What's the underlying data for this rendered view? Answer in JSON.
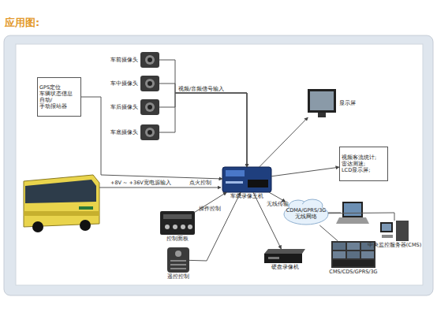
{
  "diagram": {
    "title": "应用图:",
    "nodes": [
      {
        "text": [
          "GPS定位 车辆状态信息 自动/手动报站器"
        ]
      },
      {
        "text": [
          "车前摄像头"
        ]
      },
      {
        "text": [
          "车中摄像头"
        ]
      },
      {
        "text": [
          "车后摄像头"
        ]
      },
      {
        "text": [
          "车底摄像头"
        ]
      },
      {
        "text": [
          "车载录像主机"
        ]
      },
      {
        "text": [
          "显示屏"
        ]
      },
      {
        "text": [
          "视频客流统计; 雷达测速; LCD显示屏;"
        ]
      },
      {
        "text": [
          "CDMA/GPRS/3G 无线网络"
        ]
      },
      {
        "text": [
          "硬盘录像机"
        ]
      },
      {
        "text": [
          "CMS/CDS/GPRS/3G"
        ]
      },
      {
        "text": [
          "中央监控服务器(CMS)"
        ]
      },
      {
        "text": [
          "控制面板"
        ]
      },
      {
        "text": [
          "遥控控制"
        ]
      }
    ],
    "edges": [
      {
        "from": 1,
        "to": 5,
        "arrow": "to",
        "label": "视频/音频信号输入"
      },
      {
        "from": 2,
        "to": 5,
        "arrow": "to"
      },
      {
        "from": 3,
        "to": 5,
        "arrow": "to"
      },
      {
        "from": 4,
        "to": 5,
        "arrow": "to"
      },
      {
        "from": 0,
        "to": 5,
        "arrow": "to"
      },
      {
        "from": 5,
        "to": 6,
        "arrow": "to"
      },
      {
        "from": 5,
        "to": 7,
        "arrow": "to"
      },
      {
        "from": 5,
        "to": 8,
        "arrow": "to",
        "label": "无线传输"
      },
      {
        "from": 5,
        "to": 9,
        "arrow": "to"
      },
      {
        "from": 12,
        "to": 5,
        "arrow": "to",
        "label": "操作控制"
      },
      {
        "from": 13,
        "to": 5,
        "arrow": "to"
      },
      {
        "from": 8,
        "to": 10,
        "arrow": "none"
      },
      {
        "from": 8,
        "to": 11,
        "arrow": "none"
      }
    ],
    "labels": [
      "+8V ~ +36V宽电源输入",
      "点火控制"
    ]
  }
}
